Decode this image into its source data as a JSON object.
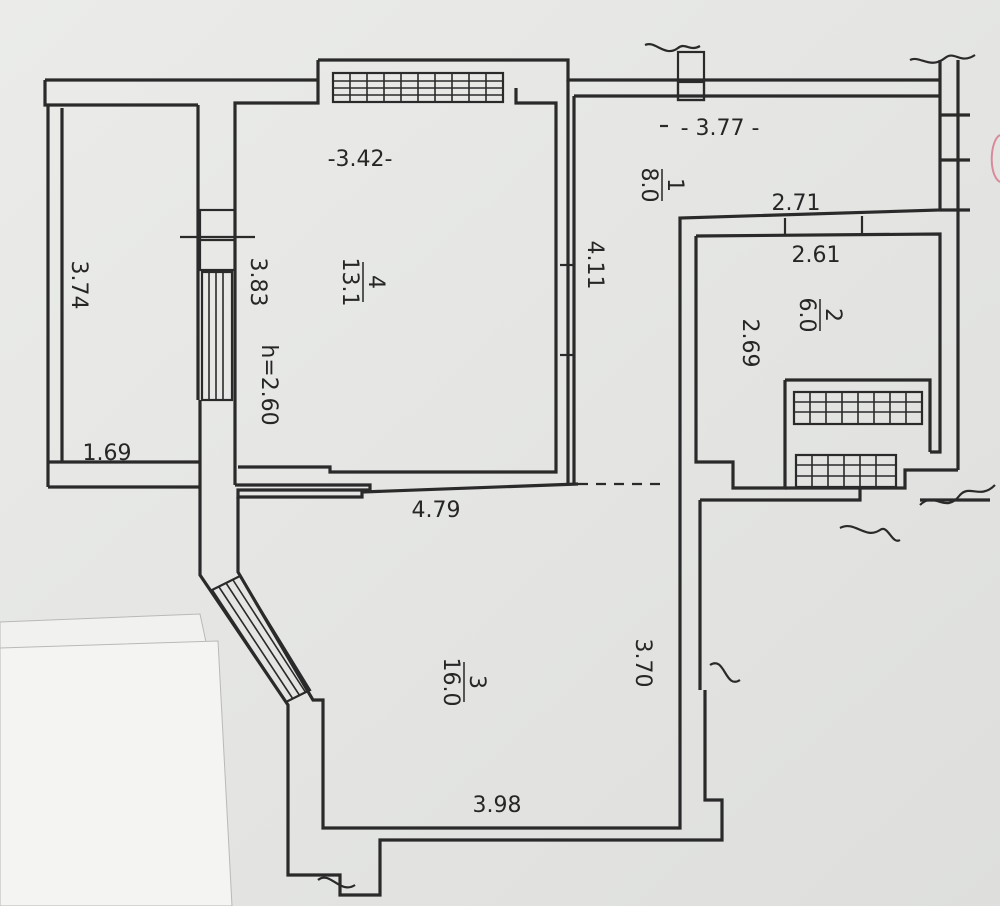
{
  "plan": {
    "ceiling_height": "h=2.60",
    "rooms": [
      {
        "number": "1",
        "area": "8.0"
      },
      {
        "number": "2",
        "area": "6.0"
      },
      {
        "number": "3",
        "area": "16.0"
      },
      {
        "number": "4",
        "area": "13.1"
      }
    ],
    "dimensions": {
      "room4_width": "-3.42-",
      "corridor_width": "- 3.77 -",
      "balcony_length": "3.74",
      "balcony_width": "1.69",
      "room4_length": "3.83",
      "room4_side": "4.11",
      "room2_outer_width": "2.71",
      "room2_width": "2.61",
      "room2_length": "2.69",
      "room3_top": "4.79",
      "room3_side": "3.70",
      "room3_bottom": "3.98"
    }
  }
}
